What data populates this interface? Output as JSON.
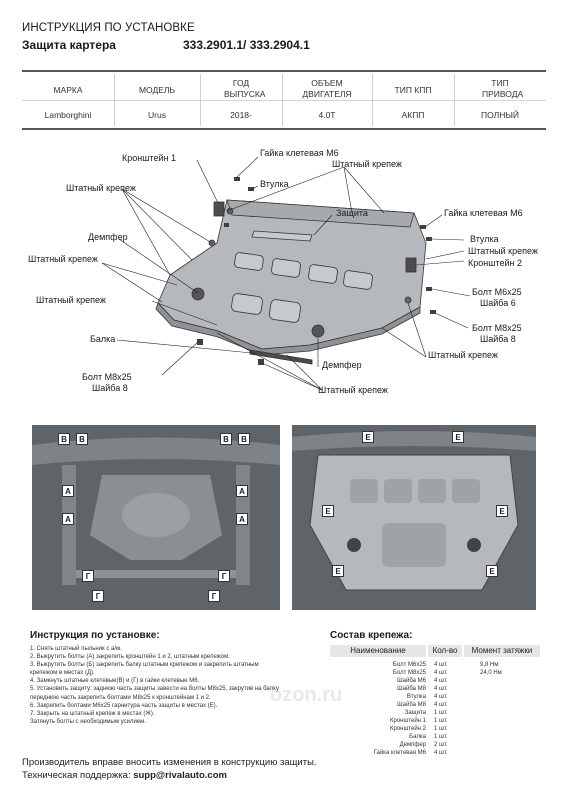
{
  "header": {
    "line1": "ИНСТРУКЦИЯ ПО УСТАНОВКЕ",
    "product": "Защита картера",
    "codes": "333.2901.1/ 333.2904.1"
  },
  "spec_table": {
    "headers": [
      "МАРКА",
      "МОДЕЛЬ",
      "ГОД ВЫПУСКА",
      "ОБЪЕМ ДВИГАТЕЛЯ",
      "ТИП КПП",
      "ТИП ПРИВОДА"
    ],
    "row": [
      "Lamborghini",
      "Urus",
      "2018-",
      "4.0T",
      "АКПП",
      "ПОЛНЫЙ"
    ]
  },
  "diagram": {
    "labels": {
      "bracket1": "Кронштейн 1",
      "cage_nut_m6_top": "Гайка клетевая М6",
      "bushing_top": "Втулка",
      "std_fastener_top_right": "Штатный крепеж",
      "std_fastener_left1": "Штатный крепеж",
      "guard": "Защита",
      "damper_left": "Демпфер",
      "std_fastener_left2": "Штатный крепеж",
      "cage_nut_m6_right": "Гайка клетевая М6",
      "bushing_right": "Втулка",
      "std_fastener_right": "Штатный крепеж",
      "bracket2": "Кронштейн 2",
      "bolt_m6": "Болт М6х25",
      "washer6": "Шайба 6",
      "std_fastener_left3": "Штатный крепеж",
      "bolt_m8_right": "Болт М8х25",
      "washer8_right": "Шайба 8",
      "beam": "Балка",
      "std_fastener_bottom_right": "Штатный крепеж",
      "damper_bottom": "Демпфер",
      "bolt_m8_left": "Болт М8х25",
      "washer8_left": "Шайба 8",
      "std_fastener_bottom": "Штатный крепеж"
    },
    "photo_marks": [
      "B",
      "B",
      "B",
      "B",
      "A",
      "A",
      "A",
      "A",
      "Г",
      "Г",
      "Г",
      "Г",
      "Е",
      "Е",
      "Е",
      "Е",
      "Е",
      "Е"
    ]
  },
  "instructions": {
    "title": "Инструкция по установке:",
    "lines": [
      "1. Снять штатный пыльник с а/м.",
      "2. Выкрутить болты (А) закрепить кронштейн 1 и 2, штатным крепежом.",
      "3. Выкрутить болты (Б) закрепить балку штатным крепежом и закрепить штатным",
      "крепежом в местах (Д).",
      "4. Замкнуть штатные клетевые(В) и (Г) в гайки клетевые М6.",
      "5. Установить защиту: заднюю часть защиты завести на болты М8х25, закрутив на балку",
      "переднюю часть закрепить болтами М8х25 к кронштейнам 1 и 2.",
      "6. Закрепить болтами М6х25 гарнитура часть защиты в местах (Е).",
      "7. Закрыть на штатный крепеж в местах (Ж).",
      "Затянуть болты с необходимым усилием."
    ]
  },
  "fasteners": {
    "title": "Состав крепежа:",
    "headers": [
      "Наименование",
      "Кол-во",
      "Момент затяжки"
    ],
    "rows": [
      [
        "Болт М6х25",
        "4 шт.",
        "9,8 Нм"
      ],
      [
        "Болт М8х25",
        "4 шт.",
        "24,0 Нм"
      ],
      [
        "Шайба М6",
        "4 шт.",
        ""
      ],
      [
        "Шайба М8",
        "4 шт.",
        ""
      ],
      [
        "Втулка",
        "4 шт.",
        ""
      ],
      [
        "Шайба М8",
        "4 шт.",
        ""
      ],
      [
        "Защита",
        "1 шт.",
        ""
      ],
      [
        "Кронштейн 1",
        "1 шт.",
        ""
      ],
      [
        "Кронштейн 2",
        "1 шт.",
        ""
      ],
      [
        "Балка",
        "1 шт.",
        ""
      ],
      [
        "Демпфер",
        "2 шт.",
        ""
      ],
      [
        "Гайка клетевая М6",
        "4 шт.",
        ""
      ]
    ]
  },
  "watermark": "ozon.ru",
  "footer": {
    "notice": "Производитель вправе вносить изменения в конструкцию защиты.",
    "support_label": "Техническая поддержка:",
    "support_email": "supp@rivalauto.com"
  },
  "colors": {
    "guard_metal": "#b5b9bd",
    "photo_bg": "#6e7378",
    "marker_bg": "#ffffff"
  }
}
